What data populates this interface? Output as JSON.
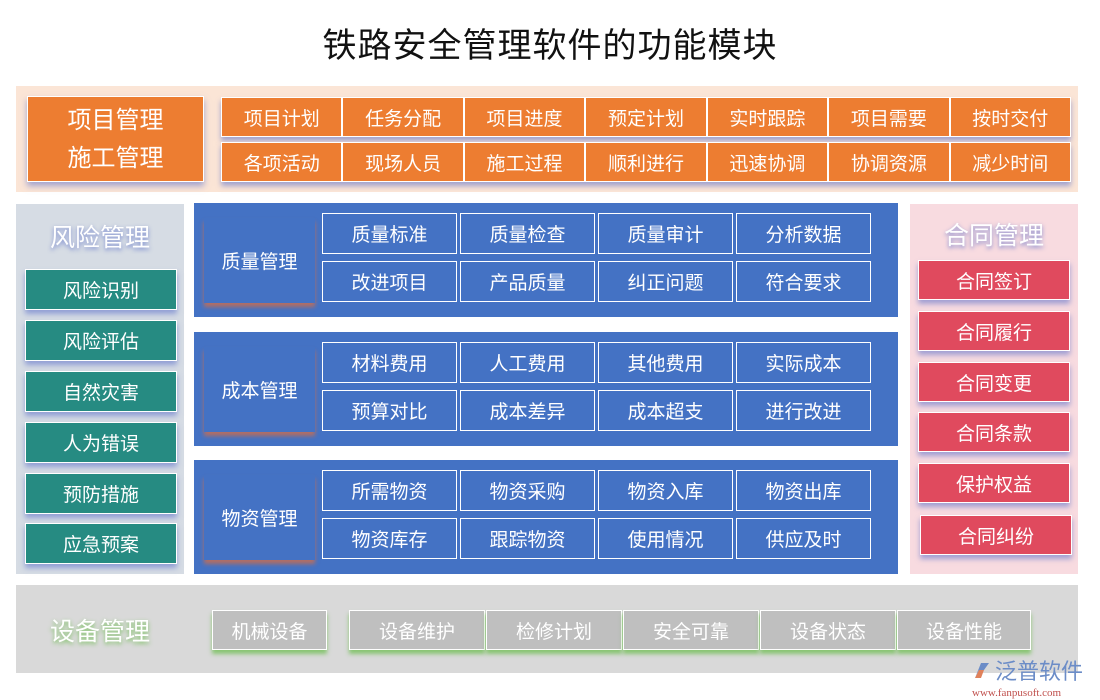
{
  "title": "铁路安全管理软件的功能模块",
  "project": {
    "main_lines": [
      "项目管理",
      "施工管理"
    ],
    "rows": [
      [
        "项目计划",
        "任务分配",
        "项目进度",
        "预定计划",
        "实时跟踪",
        "项目需要",
        "按时交付"
      ],
      [
        "各项活动",
        "现场人员",
        "施工过程",
        "顺利进行",
        "迅速协调",
        "协调资源",
        "减少时间"
      ]
    ]
  },
  "risk": {
    "title": "风险管理",
    "items": [
      "风险识别",
      "风险评估",
      "自然灾害",
      "人为错误",
      "预防措施",
      "应急预案"
    ]
  },
  "sections": [
    {
      "label": "质量管理",
      "rows": [
        [
          "质量标准",
          "质量检查",
          "质量审计",
          "分析数据"
        ],
        [
          "改进项目",
          "产品质量",
          "纠正问题",
          "符合要求"
        ]
      ]
    },
    {
      "label": "成本管理",
      "rows": [
        [
          "材料费用",
          "人工费用",
          "其他费用",
          "实际成本"
        ],
        [
          "预算对比",
          "成本差异",
          "成本超支",
          "进行改进"
        ]
      ]
    },
    {
      "label": "物资管理",
      "rows": [
        [
          "所需物资",
          "物资采购",
          "物资入库",
          "物资出库"
        ],
        [
          "物资库存",
          "跟踪物资",
          "使用情况",
          "供应及时"
        ]
      ]
    }
  ],
  "contract": {
    "title": "合同管理",
    "items": [
      "合同签订",
      "合同履行",
      "合同变更",
      "合同条款",
      "保护权益",
      "合同纠纷"
    ]
  },
  "equipment": {
    "title": "设备管理",
    "items": [
      "机械设备",
      "设备维护",
      "检修计划",
      "安全可靠",
      "设备状态",
      "设备性能"
    ]
  },
  "logo": {
    "name": "泛普软件",
    "url": "www.fanpusoft.com"
  },
  "colors": {
    "orange": "#ed7d31",
    "teal": "#268b82",
    "blue": "#4472c4",
    "red": "#e04a5e",
    "gray": "#bfbfbf"
  }
}
